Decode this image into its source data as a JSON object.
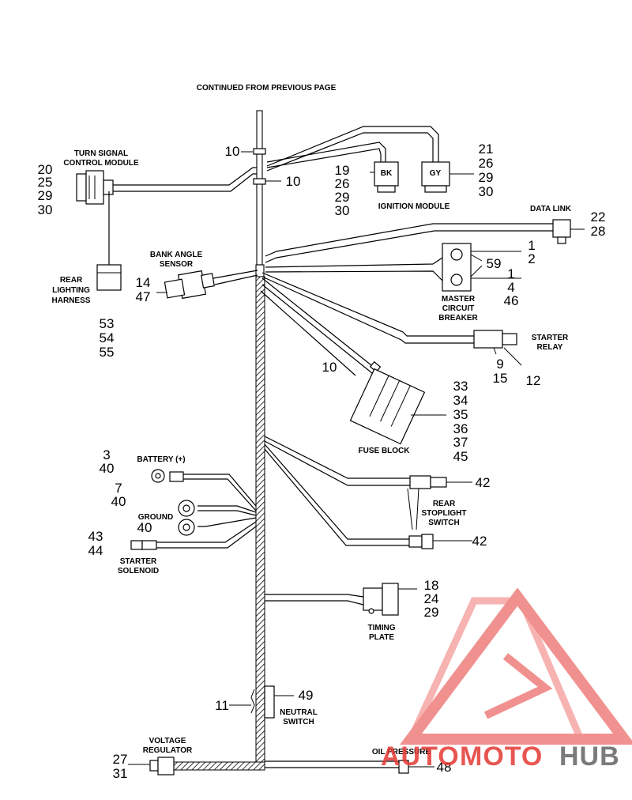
{
  "header": {
    "continued": "CONTINUED FROM PREVIOUS PAGE"
  },
  "components": {
    "turn_signal": {
      "line1": "TURN SIGNAL",
      "line2": "CONTROL MODULE",
      "refs": [
        "20",
        "25",
        "29",
        "30"
      ]
    },
    "rear_lighting": {
      "line1": "REAR",
      "line2": "LIGHTING",
      "line3": "HARNESS",
      "refs": [
        "53",
        "54",
        "55"
      ]
    },
    "ignition": {
      "label": "IGNITION MODULE",
      "bk": "BK",
      "gy": "GY",
      "refs_bk": [
        "19",
        "26",
        "29",
        "30"
      ],
      "refs_gy": [
        "21",
        "26",
        "29",
        "30"
      ]
    },
    "data_link": {
      "label": "DATA LINK",
      "refs": [
        "22",
        "28"
      ]
    },
    "bank_angle": {
      "line1": "BANK ANGLE",
      "line2": "SENSOR",
      "refs": [
        "14",
        "47"
      ]
    },
    "circuit_breaker": {
      "line1": "MASTER",
      "line2": "CIRCUIT",
      "line3": "BREAKER",
      "refs_top": [
        "1",
        "2"
      ],
      "ref_mid": "59",
      "refs_bottom": [
        "1",
        "4",
        "46"
      ]
    },
    "starter_relay": {
      "line1": "STARTER",
      "line2": "RELAY",
      "refs_left": [
        "9",
        "15"
      ],
      "ref_right": "12"
    },
    "fuse_block": {
      "label": "FUSE BLOCK",
      "refs": [
        "33",
        "34",
        "35",
        "36",
        "37",
        "45"
      ]
    },
    "battery": {
      "label": "BATTERY (+)",
      "refs": [
        "3",
        "40"
      ]
    },
    "ground": {
      "label": "GROUND",
      "refs_top": [
        "7",
        "40"
      ],
      "ref_bottom": "40"
    },
    "starter_solenoid": {
      "line1": "STARTER",
      "line2": "SOLENOID",
      "refs": [
        "43",
        "44"
      ]
    },
    "stoplight": {
      "line1": "REAR",
      "line2": "STOPLIGHT",
      "line3": "SWITCH",
      "ref_top": "42",
      "ref_bottom": "42"
    },
    "timing_plate": {
      "line1": "TIMING",
      "line2": "PLATE",
      "refs": [
        "18",
        "24",
        "29"
      ]
    },
    "neutral_switch": {
      "line1": "NEUTRAL",
      "line2": "SWITCH",
      "ref_left": "11",
      "ref_right": "49"
    },
    "voltage_regulator": {
      "line1": "VOLTAGE",
      "line2": "REGULATOR",
      "refs": [
        "27",
        "31"
      ]
    },
    "oil_pressure": {
      "label": "OIL PRESSURE",
      "ref": "48"
    },
    "clamps": {
      "top": "10",
      "upper": "10",
      "fuse": "10"
    }
  },
  "watermark": {
    "part1": "AUTO",
    "part2": "MOTO",
    "part3": "HUB",
    "color_red": "#e53935",
    "color_gray": "#6d6d6d"
  }
}
